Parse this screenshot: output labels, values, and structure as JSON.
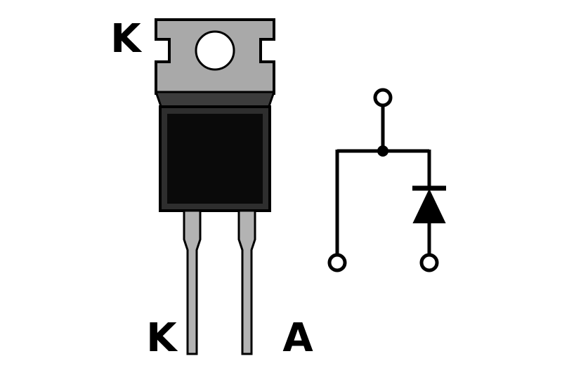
{
  "figure": {
    "background": "#ffffff",
    "description_icon": "to220-diode-pinout-diagram"
  },
  "package": {
    "icon": "to220-package-drawing",
    "tab_label": "K",
    "left_pin_label": "K",
    "right_pin_label": "A",
    "colors": {
      "tab": "#a9a9a9",
      "hole": "#ffffff",
      "bevel": "#3c3c3c",
      "body_frame": "#2e2e2e",
      "body": "#0a0a0a",
      "lead": "#b3b3b3",
      "outline": "#000000"
    }
  },
  "schematic": {
    "icon": "diode-symbol-common-cathode",
    "stroke": "#000000",
    "terminal_fill": "#ffffff",
    "diode_fill": "#000000"
  }
}
